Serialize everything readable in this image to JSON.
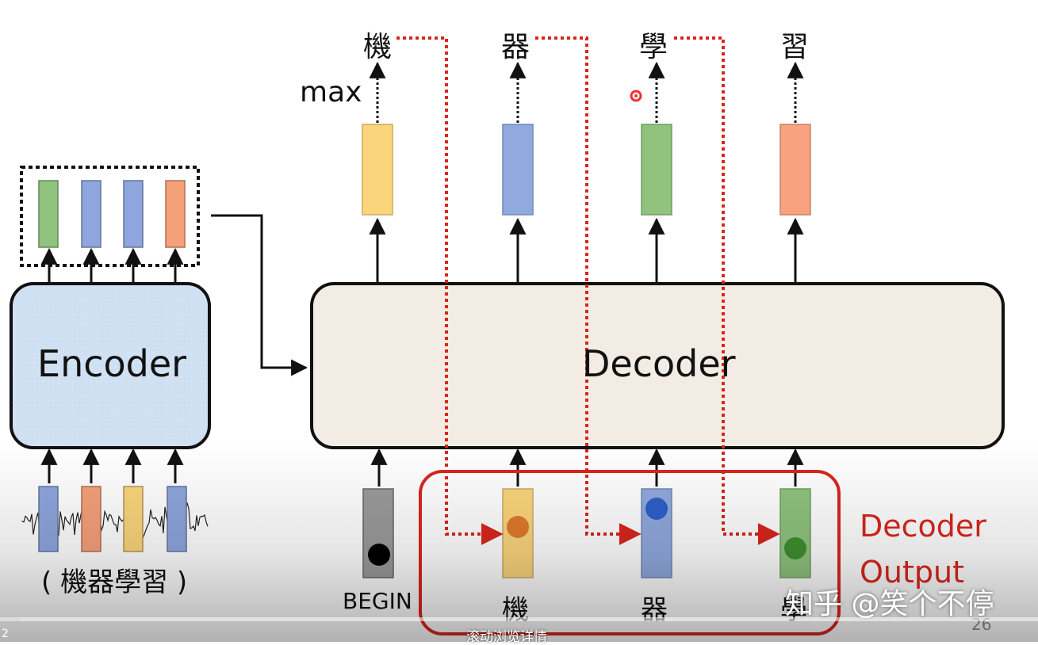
{
  "diagram": {
    "encoder_label": "Encoder",
    "decoder_label": "Decoder",
    "max_label": "max",
    "input_caption": "( 機器學習 )",
    "begin_label": "BEGIN",
    "decoder_output_line1": "Decoder",
    "decoder_output_line2": "Output",
    "output_tokens": [
      "機",
      "器",
      "學",
      "習"
    ],
    "input_tokens": [
      "機",
      "器",
      "學"
    ],
    "encoder_output_colors": [
      "#8fc37e",
      "#8ea6dd",
      "#8ea6dd",
      "#f6a07a"
    ],
    "decoder_output_colors": [
      "#fbd57c",
      "#90a9de",
      "#8fc37e",
      "#f9a27f"
    ],
    "input_vector_colors": [
      "#8ea6dd",
      "#f6a07a",
      "#fbd57c",
      "#8ea6dd"
    ],
    "accent_red": "#d9261c",
    "panel_encoder": "#cfe0f2",
    "panel_decoder": "#f2ece4"
  },
  "overlay": {
    "watermark": "知乎 @笑个不停",
    "page_number": "26",
    "scroll_hint": "滚动浏览详情",
    "corner_text": "2",
    "progress_fraction": 0.02
  }
}
